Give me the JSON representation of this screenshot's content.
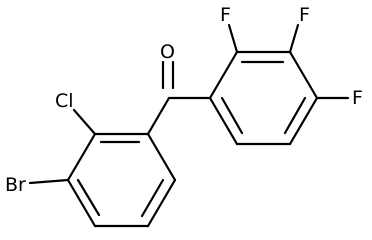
{
  "molecule": {
    "atoms": {
      "oxygen": "O",
      "chlorine": "Cl",
      "bromine": "Br",
      "fluorine_2": "F",
      "fluorine_3": "F",
      "fluorine_4": "F"
    }
  }
}
